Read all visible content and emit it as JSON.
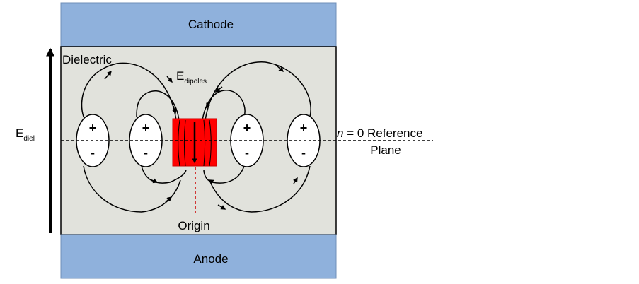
{
  "electrodes": {
    "cathode": "Cathode",
    "anode": "Anode"
  },
  "dielectric_label": "Dielectric",
  "field_labels": {
    "dielectric_field": {
      "main": "E",
      "subscript": "diel"
    },
    "dipole_field": {
      "main": "E",
      "subscript": "dipoles"
    }
  },
  "reference_plane": {
    "variable": "n",
    "rest": " = 0 Reference",
    "line2": "Plane"
  },
  "origin_label": "Origin",
  "dipoles": [
    {
      "top": "+",
      "bottom": "-"
    },
    {
      "top": "+",
      "bottom": "-"
    },
    {
      "top": "+",
      "bottom": "-"
    },
    {
      "top": "+",
      "bottom": "-"
    }
  ],
  "colors": {
    "electrode": "#8fb1dc",
    "dielectric": "#e1e2dc",
    "central_dipole": "#ff0000",
    "origin_line": "#cc0000"
  }
}
